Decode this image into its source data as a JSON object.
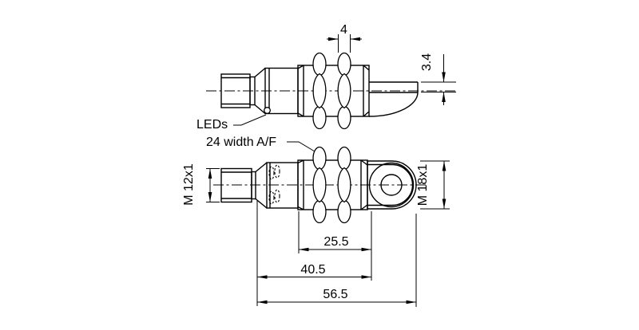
{
  "labels": {
    "leds": "LEDs",
    "wrench_width": "24 width A/F"
  },
  "dimensions": {
    "nut_thickness": "4",
    "tab_thickness": "3.4",
    "connector_thread": "M 12x1",
    "barrel_thread": "M 18x1",
    "thread_length": "25.5",
    "housing_length": "40.5",
    "overall_length": "56.5"
  },
  "colors": {
    "line": "#000000",
    "background": "#ffffff"
  }
}
